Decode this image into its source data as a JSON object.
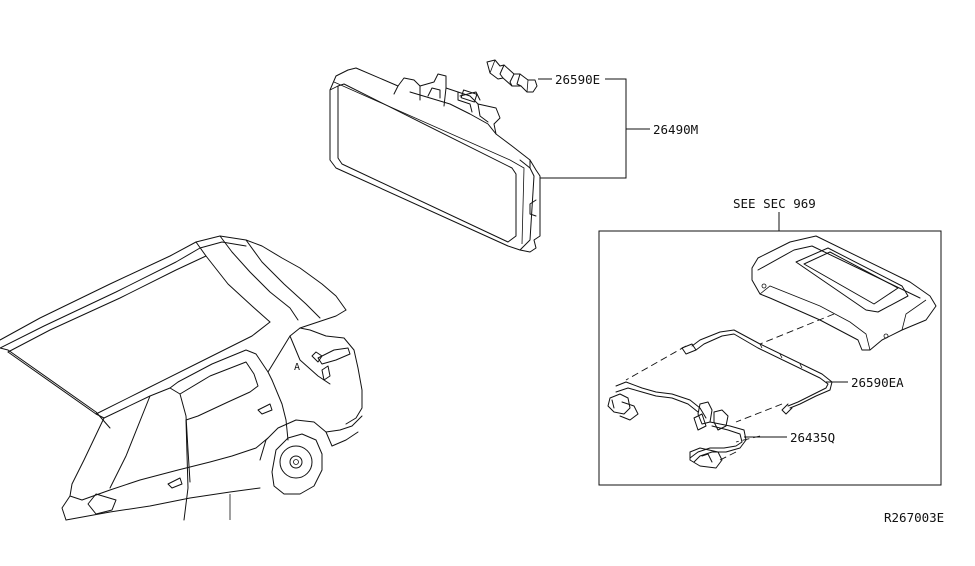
{
  "parts": [
    {
      "id": "bulb",
      "number": "26590E"
    },
    {
      "id": "lamp-assembly",
      "number": "26490M"
    },
    {
      "id": "harness",
      "number": "26590EA"
    },
    {
      "id": "connector",
      "number": "26435Q"
    }
  ],
  "reference": {
    "see_section": "SEE SEC 969"
  },
  "view_marker": "A",
  "drawing_id": "R267003E"
}
